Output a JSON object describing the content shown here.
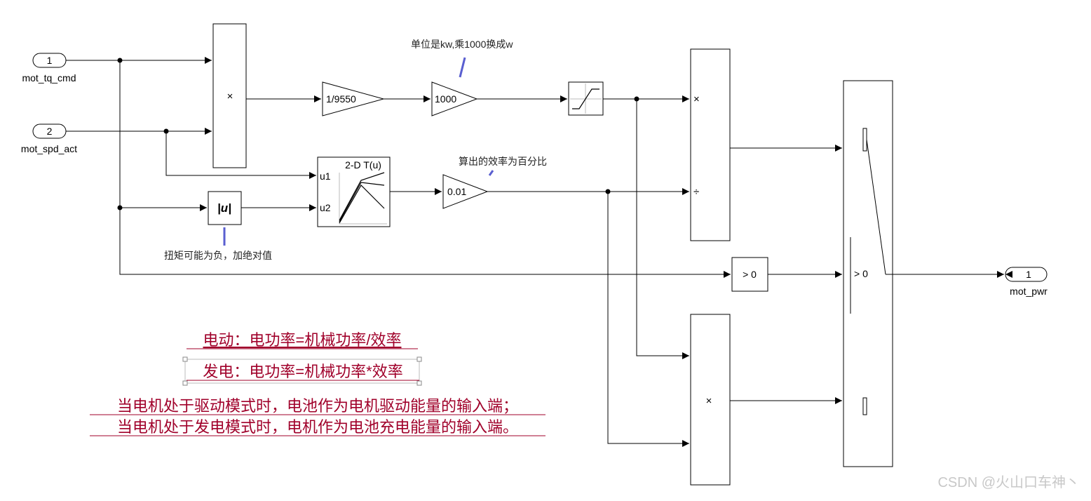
{
  "inports": [
    {
      "number": "1",
      "name": "mot_tq_cmd"
    },
    {
      "number": "2",
      "name": "mot_spd_act"
    }
  ],
  "outport": {
    "number": "1",
    "name": "mot_pwr"
  },
  "blocks": {
    "product1_op": "×",
    "gain1": "1/9550",
    "gain2": "1000",
    "lookup_title": "2-D T(u)",
    "lookup_u1": "u1",
    "lookup_u2": "u2",
    "abs_symbol": "|u|",
    "gain3": "0.01",
    "divide_op1": "×",
    "divide_op2": "÷",
    "compare": "> 0",
    "product2_op": "×",
    "switch_label": "> 0"
  },
  "annotations": {
    "unit_note": "单位是kw,乘1000换成w",
    "eff_note": "算出的效率为百分比",
    "abs_note": "扭矩可能为负，加绝对值"
  },
  "notes": {
    "line1": "电动：电功率=机械功率/效率",
    "line2": "发电：电功率=机械功率*效率",
    "line3": "当电机处于驱动模式时，电池作为电机驱动能量的输入端；",
    "line4": "当电机处于发电模式时，电机作为电池充电能量的输入端。"
  },
  "watermark": "CSDN @火山口车神丶",
  "colors": {
    "note": "#a0002a",
    "callout": "#5a5fd0"
  }
}
